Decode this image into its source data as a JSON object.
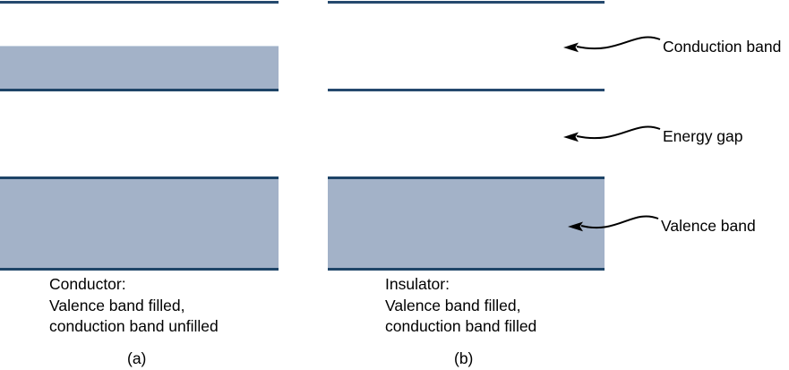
{
  "figure": {
    "panel_a": {
      "caption_line1": "Conductor:",
      "caption_line2": "Valence band filled,",
      "caption_line3": "conduction band unfilled",
      "label": "(a)"
    },
    "panel_b": {
      "caption_line1": "Insulator:",
      "caption_line2": "Valence band filled,",
      "caption_line3": "conduction band filled",
      "label": "(b)"
    },
    "annotations": {
      "conduction_band": "Conduction band",
      "energy_gap": "Energy gap",
      "valence_band": "Valence band"
    }
  },
  "colors": {
    "band_fill": "#a3b2c8",
    "band_border": "#1e4467",
    "line": "#25496e",
    "arrow": "#000000",
    "text": "#000000",
    "background": "#ffffff"
  }
}
